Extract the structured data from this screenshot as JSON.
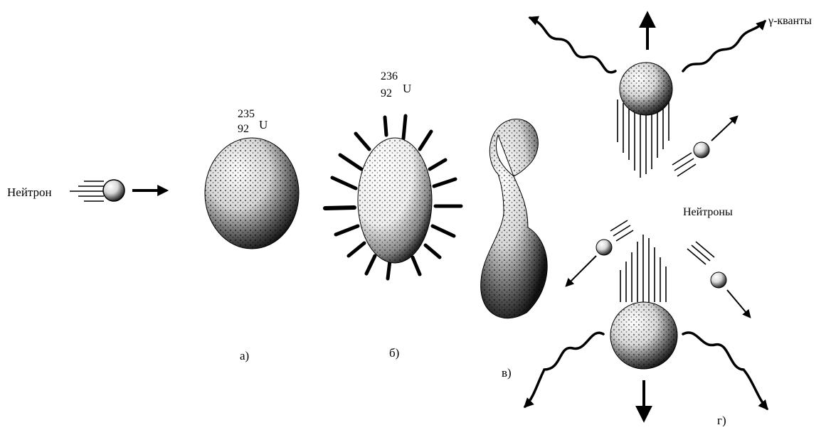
{
  "labels": {
    "neutron": "Нейтрон",
    "neutrons": "Нейтроны",
    "gamma": "γ-кванты",
    "stage_a": "а)",
    "stage_b": "б)",
    "stage_c": "в)",
    "stage_d": "г)"
  },
  "nuclei": {
    "u235": {
      "mass": "235",
      "charge": "92",
      "symbol": "U"
    },
    "u236": {
      "mass": "236",
      "charge": "92",
      "symbol": "U"
    }
  },
  "colors": {
    "ink": "#000000",
    "paper": "#ffffff"
  }
}
